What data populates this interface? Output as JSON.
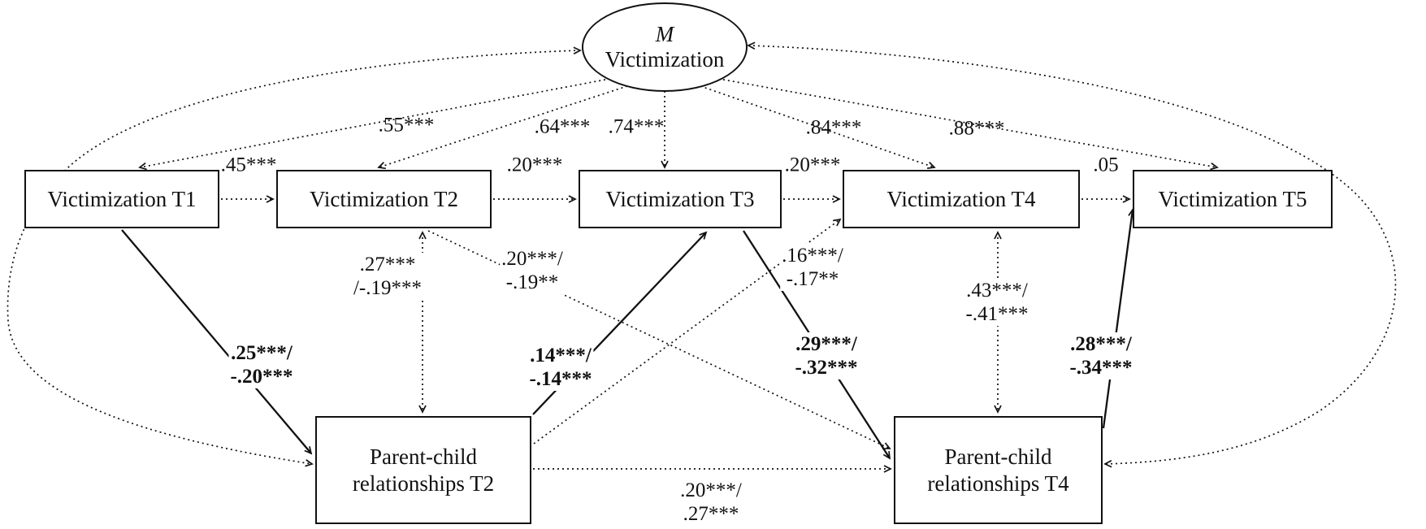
{
  "figure": {
    "latent": {
      "symbol": "M",
      "name": "Victimization"
    },
    "boxes": {
      "v1": "Victimization T1",
      "v2": "Victimization T2",
      "v3": "Victimization T3",
      "v4": "Victimization T4",
      "v5": "Victimization T5",
      "p2_line1": "Parent-child",
      "p2_line2": "relationships T2",
      "p4_line1": "Parent-child",
      "p4_line2": "relationships T4"
    },
    "loadings": {
      "t1": ".55***",
      "t2": ".64***",
      "t3": ".74***",
      "t4": ".84***",
      "t5": ".88***"
    },
    "stability": {
      "t1_t2": ".45***",
      "t2_t3": ".20***",
      "t3_t4": ".20***",
      "t4_t5": ".05"
    },
    "cross_paths": {
      "v1_to_p2": {
        "l1": ".25***/",
        "l2": "-.20***"
      },
      "v2_with_p2": {
        "l1": ".27***",
        "l2": "/-.19***"
      },
      "v2_to_p4": {
        "l1": ".20***/",
        "l2": "-.19**"
      },
      "p2_to_v3": {
        "l1": ".14***/",
        "l2": "-.14***"
      },
      "p2_to_v4": {
        "l1": ".16***/",
        "l2": "-.17**"
      },
      "v3_to_p4": {
        "l1": ".29***/",
        "l2": "-.32***"
      },
      "v4_with_p4": {
        "l1": ".43***/",
        "l2": "-.41***"
      },
      "p4_to_v5": {
        "l1": ".28***/",
        "l2": "-.34***"
      },
      "p2_to_p4": {
        "l1": ".20***/",
        "l2": ".27***"
      }
    },
    "line_color": "#111111"
  }
}
